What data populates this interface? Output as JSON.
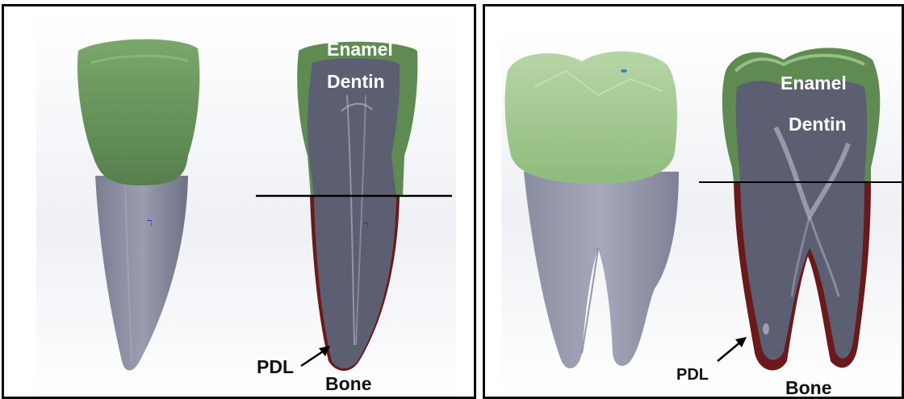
{
  "figure": {
    "panels": [
      {
        "id": "incisor",
        "labels": {
          "enamel": "Enamel",
          "dentin": "Dentin",
          "pdl": "PDL",
          "bone": "Bone"
        }
      },
      {
        "id": "molar",
        "labels": {
          "enamel": "Enamel",
          "dentin": "Dentin",
          "pdl": "PDL",
          "bone": "Bone"
        }
      }
    ],
    "colors": {
      "enamel": "#6f9b62",
      "enamel_light": "#a8cc95",
      "dentin": "#5f6275",
      "root": "#8c8fa2",
      "pdl": "#6a1a1a",
      "bone_line": "#000000",
      "background": "#f4f5f8"
    }
  }
}
